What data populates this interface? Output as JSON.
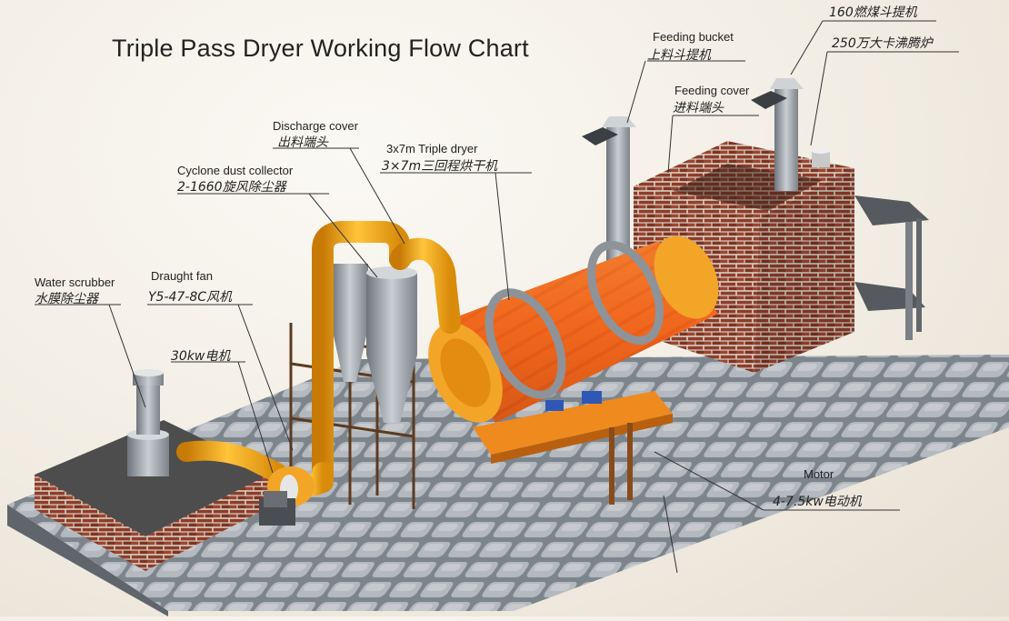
{
  "title": "Triple Pass Dryer Working Flow Chart",
  "labels": {
    "water_scrubber": {
      "en": "Water scrubber",
      "cn": "水膜除尘器"
    },
    "draught_fan": {
      "en": "Draught fan",
      "cn": "Y5-47-8C风机"
    },
    "motor_30kw": {
      "cn": "30kw电机"
    },
    "cyclone": {
      "en": "Cyclone dust collector",
      "cn": "2-1660旋风除尘器"
    },
    "discharge": {
      "en": "Discharge cover",
      "cn": "出料端头"
    },
    "dryer": {
      "en": "3x7m Triple dryer",
      "cn": "3×7m三回程烘干机"
    },
    "feeding_bucket": {
      "en": "Feeding bucket",
      "cn": "上料斗提机"
    },
    "feeding_cover": {
      "en": "Feeding cover",
      "cn": "进料端头"
    },
    "bucket_160": {
      "cn": "160燃煤斗提机"
    },
    "furnace": {
      "cn": "250万大卡沸腾炉"
    },
    "motor": {
      "en": "Motor",
      "cn": "4-7.5kw电动机"
    }
  },
  "colors": {
    "drum": "#f2671e",
    "pipe": "#f4a818",
    "brick": "#8a3b28",
    "cobble": "#8e959c",
    "steel": "#9aa0a8"
  }
}
